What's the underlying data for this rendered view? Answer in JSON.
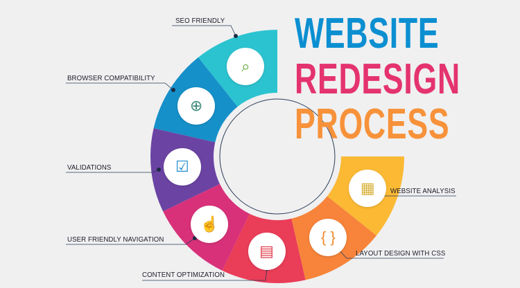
{
  "title": {
    "line1": "WEBSITE",
    "line2": "REDESIGN",
    "line3": "PROCESS",
    "colors": [
      "#0b8fd1",
      "#e4336f",
      "#f7923a"
    ]
  },
  "steps": [
    {
      "label": "SEO FRIENDLY",
      "icon": "seo-chart-magnifier-icon",
      "color": "#2cc3d0",
      "icon_color": "#5aa832"
    },
    {
      "label": "BROWSER COMPATIBILITY",
      "icon": "browser-globe-icon",
      "color": "#1690c9",
      "icon_color": "#3a8a7a"
    },
    {
      "label": "VALIDATIONS",
      "icon": "checkbox-icon",
      "color": "#6b44a3",
      "icon_color": "#1c8bd0"
    },
    {
      "label": "USER FRIENDLY NAVIGATION",
      "icon": "hand-pointer-icon",
      "color": "#d8317a",
      "icon_color": "#7a3ea0"
    },
    {
      "label": "CONTENT OPTIMIZATION",
      "icon": "document-pen-icon",
      "color": "#ea3d58",
      "icon_color": "#e23c4b"
    },
    {
      "label": "LAYOUT DESIGN WITH CSS",
      "icon": "css-file-icon",
      "color": "#f7843a",
      "icon_color": "#f08a2c"
    },
    {
      "label": "WEBSITE ANALYSIS",
      "icon": "analysis-dashboard-icon",
      "color": "#fbb934",
      "icon_color": "#d8b23a"
    }
  ]
}
